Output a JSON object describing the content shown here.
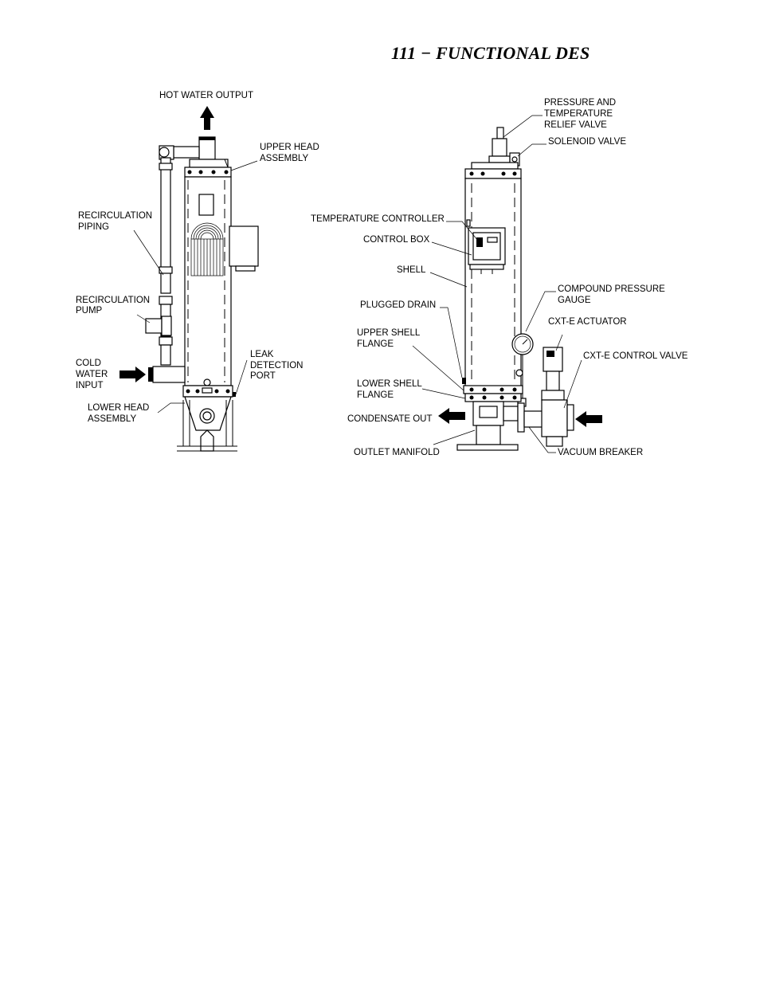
{
  "page": {
    "title": "111 − FUNCTIONAL DES"
  },
  "left_unit": {
    "labels": {
      "hot_water_output": "HOT WATER OUTPUT",
      "upper_head_1": "UPPER HEAD",
      "upper_head_2": "ASSEMBLY",
      "recirc_piping_1": "RECIRCULATION",
      "recirc_piping_2": "PIPING",
      "recirc_pump_1": "RECIRCULATION",
      "recirc_pump_2": "PUMP",
      "cold_water_1": "COLD",
      "cold_water_2": "WATER",
      "cold_water_3": "INPUT",
      "leak_1": "LEAK",
      "leak_2": "DETECTION",
      "leak_3": "PORT",
      "lower_head_1": "LOWER HEAD",
      "lower_head_2": "ASSEMBLY"
    }
  },
  "right_unit": {
    "labels": {
      "prv_1": "PRESSURE AND",
      "prv_2": "TEMPERATURE",
      "prv_3": "RELIEF VALVE",
      "solenoid": "SOLENOID VALVE",
      "temp_controller": "TEMPERATURE CONTROLLER",
      "control_box": "CONTROL BOX",
      "shell": "SHELL",
      "compound_1": "COMPOUND PRESSURE",
      "compound_2": "GAUGE",
      "plugged_drain": "PLUGGED DRAIN",
      "actuator": "CXT-E ACTUATOR",
      "upper_flange_1": "UPPER SHELL",
      "upper_flange_2": "FLANGE",
      "control_valve": "CXT-E CONTROL VALVE",
      "lower_flange_1": "LOWER SHELL",
      "lower_flange_2": "FLANGE",
      "condensate_out": "CONDENSATE OUT",
      "outlet_manifold": "OUTLET MANIFOLD",
      "vacuum_breaker": "VACUUM BREAKER"
    }
  }
}
